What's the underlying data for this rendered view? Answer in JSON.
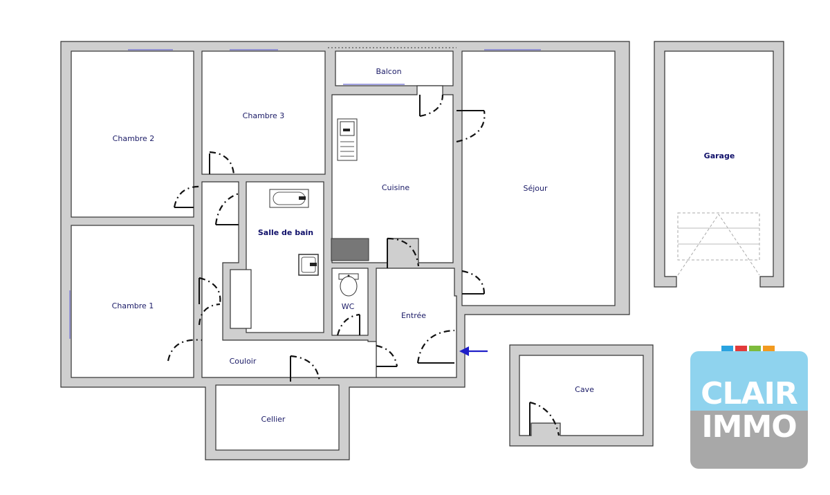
{
  "rooms": {
    "chambre2": "Chambre 2",
    "chambre3": "Chambre 3",
    "balcon": "Balcon",
    "cuisine": "Cuisine",
    "sejour": "Séjour",
    "garage": "Garage",
    "salle_de_bain": "Salle de bain",
    "chambre1": "Chambre 1",
    "wc": "WC",
    "entree": "Entrée",
    "couloir": "Couloir",
    "cellier": "Cellier",
    "cave": "Cave"
  },
  "logo": {
    "line1": "CLAIR",
    "line2": "IMMO",
    "square_colors": [
      "#29a3e0",
      "#e23a3a",
      "#7dbb3c",
      "#f29a1f"
    ]
  },
  "colors": {
    "wall": "#cfcfcf",
    "label": "#1a1a66",
    "entry_arrow": "#1e1ec8"
  },
  "icons": [
    "sink-icon",
    "bathtub-icon",
    "washbasin-icon",
    "toilet-icon",
    "entry-arrow-icon"
  ]
}
